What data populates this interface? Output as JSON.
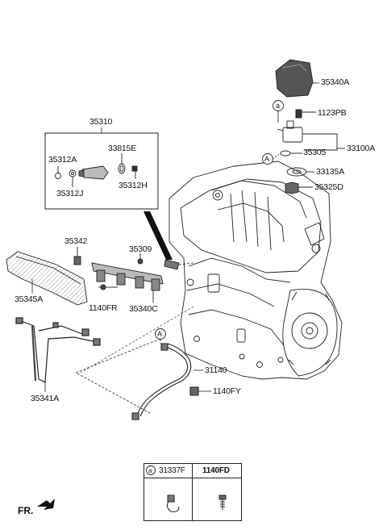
{
  "labels": {
    "p35340A": "35340A",
    "p1123PB": "1123PB",
    "p35305": "35305",
    "p33100A": "33100A",
    "p33135A": "33135A",
    "p35325D": "35325D",
    "p35310": "35310",
    "p35312A": "35312A",
    "p33815E": "33815E",
    "p35312J": "35312J",
    "p35312H": "35312H",
    "p35342": "35342",
    "p35309": "35309",
    "p35345A": "35345A",
    "p1140FR": "1140FR",
    "p35340C": "35340C",
    "p31140": "31140",
    "p1140FY": "1140FY",
    "p35341A": "35341A"
  },
  "callouts": {
    "a_marker": "a",
    "A_marker": "A"
  },
  "legend": {
    "col1_code": "31337F",
    "col1_marker": "a",
    "col2_code": "1140FD"
  },
  "direction": {
    "label": "FR."
  }
}
